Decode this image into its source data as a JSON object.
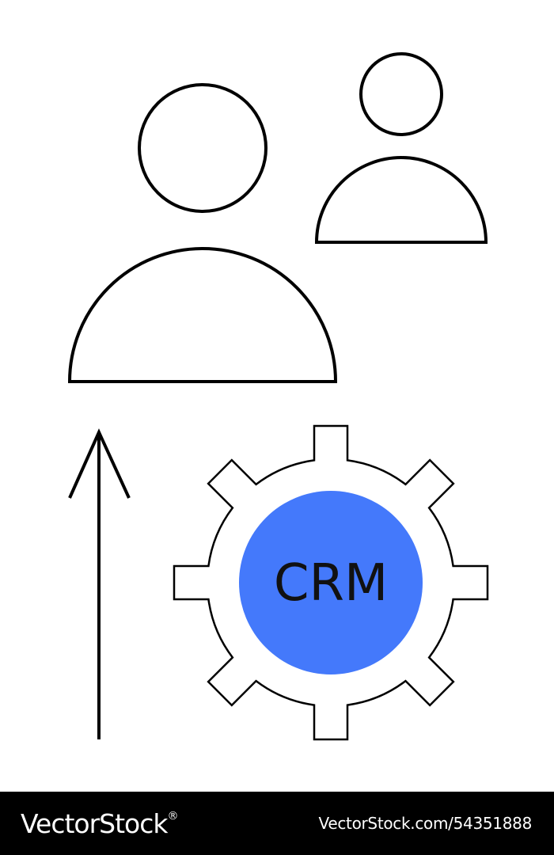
{
  "illustration": {
    "gear_label": "CRM",
    "icons": [
      "user-icon",
      "user-icon",
      "arrow-up-icon",
      "gear-icon"
    ]
  },
  "footer": {
    "brand": "VectorStock",
    "registered_mark": "®",
    "image_id": "VectorStock.com/54351888"
  },
  "colors": {
    "background": "#ffffff",
    "line": "#000000",
    "gear_center": "#4479fb",
    "footer_background": "#000000",
    "footer_text": "#ffffff"
  }
}
